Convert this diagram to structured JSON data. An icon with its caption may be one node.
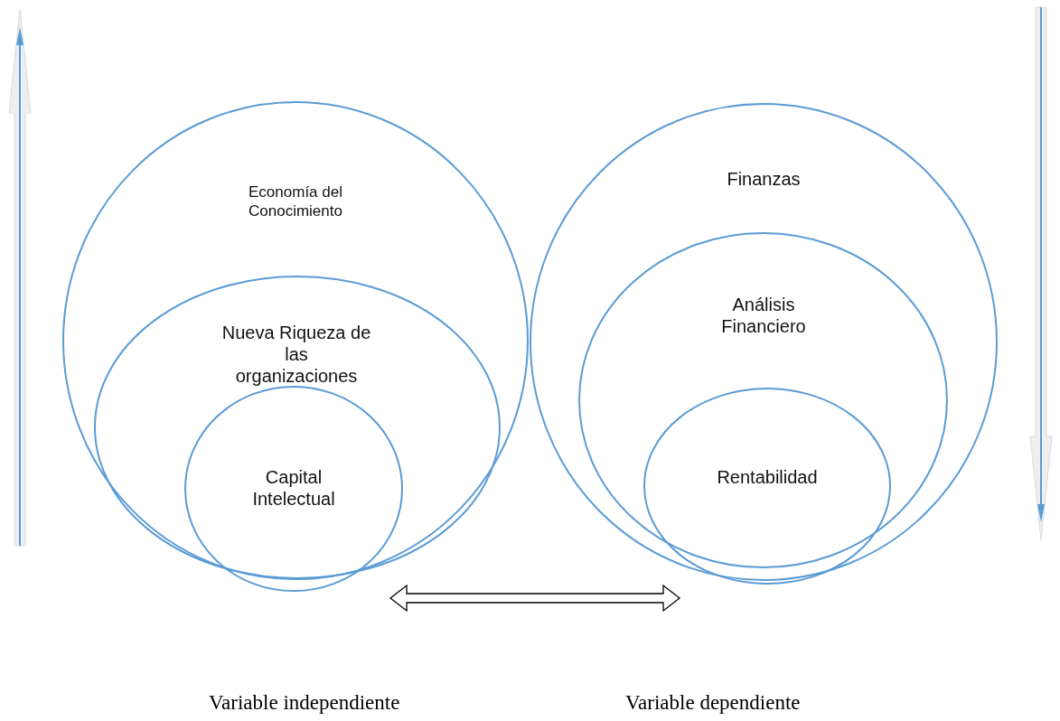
{
  "diagram": {
    "nodes": [
      {
        "text": [
          "Economía del Conocimiento"
        ]
      },
      {
        "text": [
          "Nueva Riqueza de las organizaciones"
        ],
        "in": 0
      },
      {
        "text": [
          "Capital Intelectual"
        ],
        "in": 1
      },
      {
        "text": [
          "Finanzas"
        ]
      },
      {
        "text": [
          "Análisis Financiero"
        ],
        "in": 3
      },
      {
        "text": [
          "Rentabilidad"
        ],
        "in": 4
      }
    ],
    "edges": [
      {
        "from": 0,
        "to": 3,
        "arrow": "both"
      }
    ],
    "labels": [
      "Variable independiente",
      "Variable dependiente"
    ]
  }
}
